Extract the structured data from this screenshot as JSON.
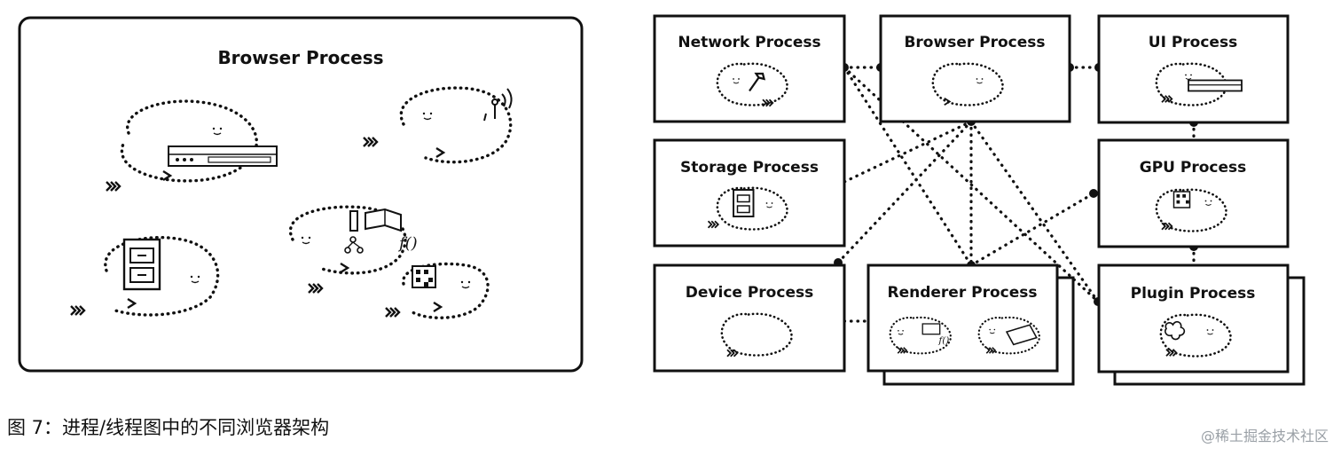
{
  "left_panel": {
    "title": "Browser Process"
  },
  "right_panel": {
    "network_process": "Network Process",
    "browser_process": "Browser Process",
    "ui_process": "UI Process",
    "storage_process": "Storage Process",
    "gpu_process": "GPU Process",
    "device_process": "Device Process",
    "renderer_process": "Renderer Process",
    "plugin_process": "Plugin Process"
  },
  "caption": "图 7：进程/线程图中的不同浏览器架构",
  "watermark": "@稀土掘金技术社区"
}
